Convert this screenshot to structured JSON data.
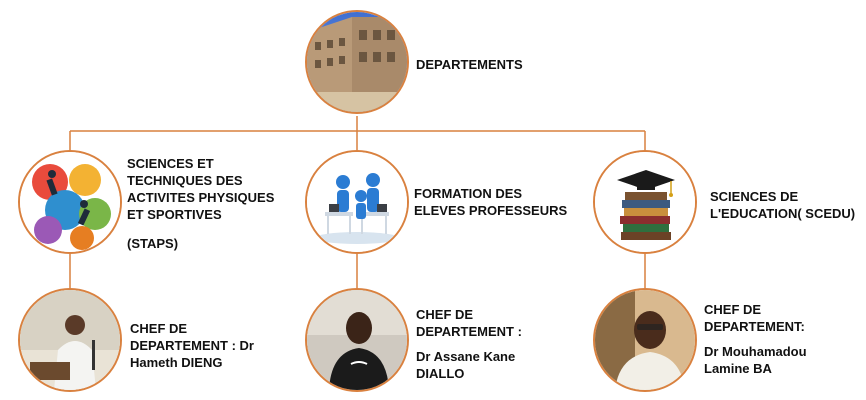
{
  "root": {
    "label": "DEPARTEMENTS",
    "image_icon": "building-photo"
  },
  "departments": [
    {
      "name_lines": [
        "SCIENCES ET",
        "TECHNIQUES DES",
        "ACTIVITES PHYSIQUES",
        "ET SPORTIVES"
      ],
      "abbr": "(STAPS)",
      "image_icon": "sports-collage",
      "chief_lines": [
        "CHEF DE",
        "DEPARTEMENT : Dr",
        "Hameth DIENG"
      ],
      "chief_image": "chief-photo-1"
    },
    {
      "name_lines": [
        "FORMATION DES",
        "ELEVES PROFESSEURS"
      ],
      "image_icon": "students-at-desks",
      "chief_lines": [
        "CHEF DE",
        "DEPARTEMENT :"
      ],
      "chief_name_lines": [
        "Dr Assane Kane",
        "DIALLO"
      ],
      "chief_image": "chief-photo-2"
    },
    {
      "name_lines": [
        "SCIENCES DE",
        "L'EDUCATION( SCEDU)"
      ],
      "image_icon": "books-and-graduation-cap",
      "chief_lines": [
        "CHEF DE",
        "DEPARTEMENT:"
      ],
      "chief_name_lines": [
        "Dr Mouhamadou",
        "Lamine BA"
      ],
      "chief_image": "chief-photo-3"
    }
  ],
  "colors": {
    "connector": "#d9813f",
    "border": "#d9813f",
    "text": "#111111"
  }
}
